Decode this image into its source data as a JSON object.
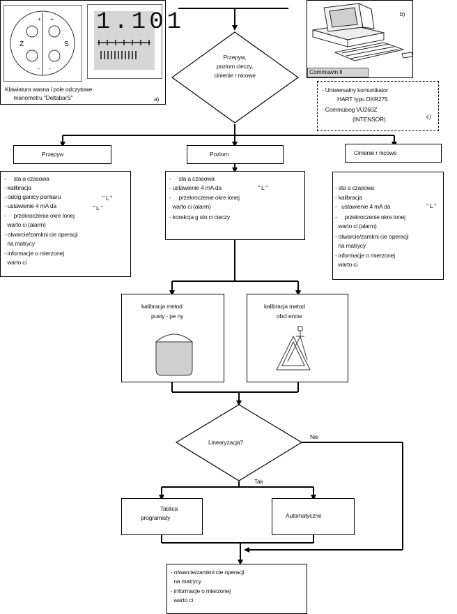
{
  "device_panel": {
    "caption_line1": "Klawiatura wasna i pole odczytowe",
    "caption_line2": "manometru \"DeltabarS\"",
    "caption_tag": "a)",
    "keypad_labels": [
      "+",
      "+",
      "-",
      "-",
      "Z",
      "S"
    ],
    "display_value": "1.101"
  },
  "computer_panel": {
    "tag": "b)",
    "software_label": "Commuwin II"
  },
  "communicators": {
    "tag": "c)",
    "lines": [
      "- Uniwersalny komunikator",
      "HART typu DXR275",
      "- Commubog VU260Z",
      "(INTENSOR)"
    ]
  },
  "decision_top": {
    "lines": [
      "Przepyw,",
      "poziom cieczy,",
      "cinienie r nicowe"
    ]
  },
  "category_boxes": [
    {
      "label": "Przepyw"
    },
    {
      "label": "Poziom"
    },
    {
      "label": "Cinienie r nicowe"
    }
  ],
  "detail_lists": {
    "flow": [
      "-     sta a czasowa",
      "- kalibracja",
      "- odcig ganicy pomiaru",
      "- ustawienie 4 mA da",
      "-     przekroczenie okre lonej",
      "  warto ci (alarm)",
      "- otwarcie/zamkni cie operacji",
      "  na matrycy",
      "- informacje o mierzonej",
      "  warto ci"
    ],
    "flow_markers": [
      "\" L \"",
      "\" L \""
    ],
    "level": [
      "-     sta a czasowa",
      "- ustawienie 4 mA da",
      "-     przekroczenie okre lonej",
      "  warto ci (alarm)",
      "- korekcja g sto ci cieczy"
    ],
    "level_markers": [
      "\" L \""
    ],
    "pressure": [
      "- sta a czasowa",
      "- kalibracja",
      "-   ustawienie 4 mA da",
      "-     przekroczenie okre lonej",
      "  warto ci (alarm)",
      "- otwarcie/zamkni cie operacji",
      "  na matrycy",
      "- informacje o mierzonej",
      "  warto ci"
    ],
    "pressure_markers": [
      "\" L \""
    ]
  },
  "calibration_boxes": [
    {
      "lines": [
        "kalibracja metod ",
        "pusty - pe ny"
      ]
    },
    {
      "lines": [
        "kalibracja metod ",
        "obci enow "
      ]
    }
  ],
  "decision_linear": {
    "label": "Linearyzacja?",
    "no_label": "Nie",
    "yes_label": "Tak"
  },
  "result_boxes": [
    {
      "lines": [
        "Tablica",
        "programisty"
      ]
    },
    {
      "lines": [
        "Automatyczne"
      ]
    }
  ],
  "final_box": {
    "lines": [
      "- otwarcie/zamkni cie operacji",
      "  na matrycy",
      "- informacje o mierzonej",
      "  warto ci"
    ]
  }
}
